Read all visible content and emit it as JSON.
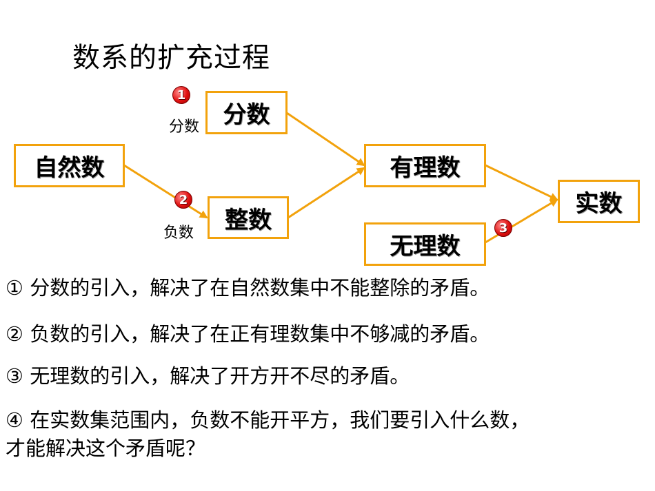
{
  "title": "数系的扩充过程",
  "nodes": {
    "natural": "自然数",
    "fraction": "分数",
    "integer": "整数",
    "rational": "有理数",
    "irrational": "无理数",
    "real": "实数"
  },
  "edge_labels": {
    "fraction": "分数",
    "negative": "负数"
  },
  "badges": {
    "one": "1",
    "two": "2",
    "three": "3"
  },
  "colors": {
    "arrow": "#f2a20c",
    "badge": "#e01010"
  },
  "notes": [
    "① 分数的引入，解决了在自然数集中不能整除的矛盾。",
    "② 负数的引入，解决了在正有理数集中不够减的矛盾。",
    "③ 无理数的引入，解决了开方开不尽的矛盾。",
    "④ 在实数集范围内，负数不能开平方，我们要引入什么数，",
    "才能解决这个矛盾呢？"
  ]
}
